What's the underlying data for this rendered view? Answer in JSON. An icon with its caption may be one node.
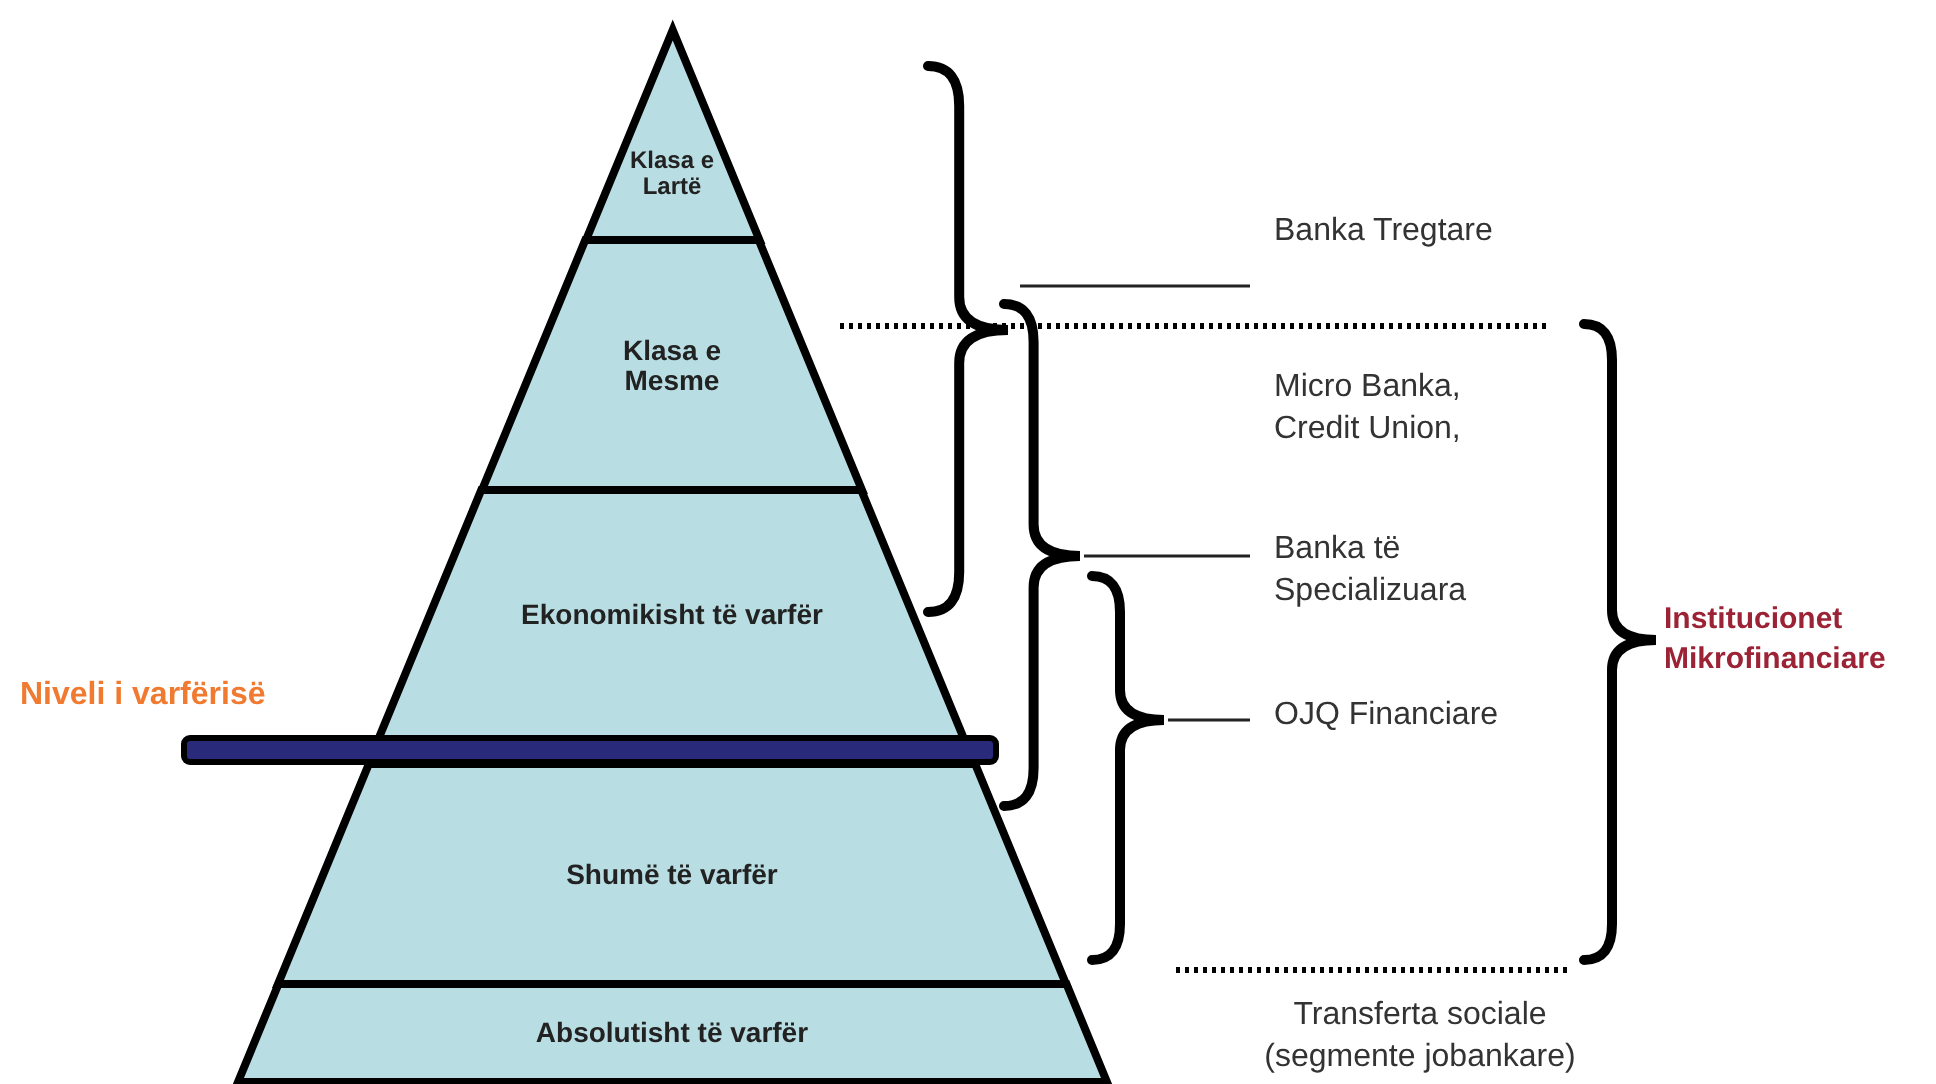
{
  "diagram": {
    "nodes": [
      {
        "text": [
          "Klasa e Lartë"
        ]
      },
      {
        "text": [
          "Klasa e Mesme"
        ]
      },
      {
        "text": [
          "Ekonomikisht të varfër"
        ]
      },
      {
        "text": [
          "Shumë të varfër"
        ]
      },
      {
        "text": [
          "Absolutisht të varfër"
        ]
      },
      {
        "text": [],
        "shape": "brace"
      },
      {
        "text": [
          "Banka Tregtare"
        ]
      },
      {
        "text": [],
        "shape": "brace"
      },
      {
        "text": [
          "Banka të Specializuara"
        ]
      },
      {
        "text": [],
        "shape": "brace"
      },
      {
        "text": [
          "OJQ Financiare"
        ]
      },
      {
        "text": [],
        "shape": "brace"
      },
      {
        "text": [
          "Institucionet Mikrofinanciare"
        ]
      },
      {
        "text": [],
        "shape": "bar"
      }
    ],
    "edges": [
      {
        "from": 5,
        "to": 6,
        "arrow": "none"
      },
      {
        "from": 7,
        "to": 8,
        "arrow": "none"
      },
      {
        "from": 9,
        "to": 10,
        "arrow": "none"
      }
    ],
    "labels": [
      "Niveli i varfërisë",
      "Micro Banka, Credit Union,",
      "Transferta sociale (segmente jobankare)"
    ]
  }
}
